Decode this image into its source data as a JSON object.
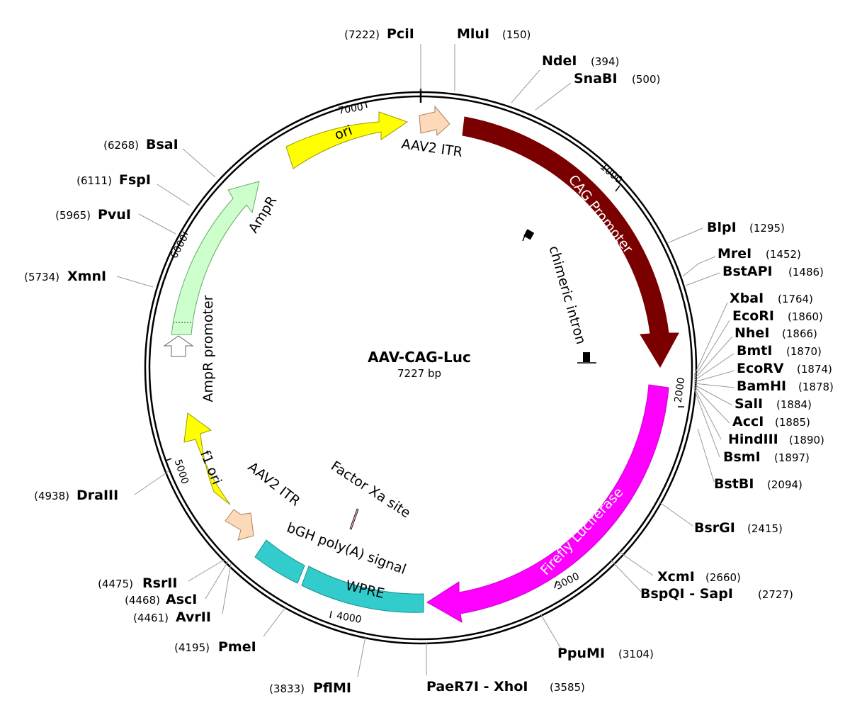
{
  "plasmid": {
    "name": "AAV-CAG-Luc",
    "size_label": "7227 bp"
  },
  "ticks": [
    "1000",
    "2000",
    "3000",
    "4000",
    "5000",
    "6000",
    "7000"
  ],
  "enzymes": [
    {
      "name": "PciI",
      "pos": "(7222)"
    },
    {
      "name": "MluI",
      "pos": "(150)"
    },
    {
      "name": "NdeI",
      "pos": "(394)"
    },
    {
      "name": "SnaBI",
      "pos": "(500)"
    },
    {
      "name": "BlpI",
      "pos": "(1295)"
    },
    {
      "name": "MreI",
      "pos": "(1452)"
    },
    {
      "name": "BstAPI",
      "pos": "(1486)"
    },
    {
      "name": "XbaI",
      "pos": "(1764)"
    },
    {
      "name": "EcoRI",
      "pos": "(1860)"
    },
    {
      "name": "NheI",
      "pos": "(1866)"
    },
    {
      "name": "BmtI",
      "pos": "(1870)"
    },
    {
      "name": "EcoRV",
      "pos": "(1874)"
    },
    {
      "name": "BamHI",
      "pos": "(1878)"
    },
    {
      "name": "SalI",
      "pos": "(1884)"
    },
    {
      "name": "AccI",
      "pos": "(1885)"
    },
    {
      "name": "HindIII",
      "pos": "(1890)"
    },
    {
      "name": "BsmI",
      "pos": "(1897)"
    },
    {
      "name": "BstBI",
      "pos": "(2094)"
    },
    {
      "name": "BsrGI",
      "pos": "(2415)"
    },
    {
      "name": "XcmI",
      "pos": "(2660)"
    },
    {
      "name": "BspQI - SapI",
      "pos": "(2727)"
    },
    {
      "name": "PpuMI",
      "pos": "(3104)"
    },
    {
      "name": "PaeR7I - XhoI",
      "pos": "(3585)"
    },
    {
      "name": "PflMI",
      "pos": "(3833)"
    },
    {
      "name": "PmeI",
      "pos": "(4195)"
    },
    {
      "name": "AvrII",
      "pos": "(4461)"
    },
    {
      "name": "AscI",
      "pos": "(4468)"
    },
    {
      "name": "RsrII",
      "pos": "(4475)"
    },
    {
      "name": "DraIII",
      "pos": "(4938)"
    },
    {
      "name": "XmnI",
      "pos": "(5734)"
    },
    {
      "name": "PvuI",
      "pos": "(5965)"
    },
    {
      "name": "FspI",
      "pos": "(6111)"
    },
    {
      "name": "BsaI",
      "pos": "(6268)"
    }
  ],
  "features": {
    "ori": "ori",
    "aav2_itr_top": "AAV2 ITR",
    "cag_promoter": "CAG Promoter",
    "chimeric_intron": "chimeric intron",
    "firefly_luciferase": "Firefly Luciferase",
    "wpre": "WPRE",
    "bgh_polya": "bGH poly(A) signal",
    "aav2_itr_bottom": "AAV2 ITR",
    "factor_xa": "Factor Xa site",
    "f1_ori": "f1 ori",
    "ampr_promoter": "AmpR promoter",
    "ampr": "AmpR"
  },
  "colors": {
    "ori": "#ffff00",
    "itr": "#fcd9b8",
    "cag": "#7a0000",
    "luciferase": "#ff00ff",
    "wpre": "#33cccc",
    "ampr": "#ccffcc",
    "factor_xa": "#f2a0b0"
  }
}
